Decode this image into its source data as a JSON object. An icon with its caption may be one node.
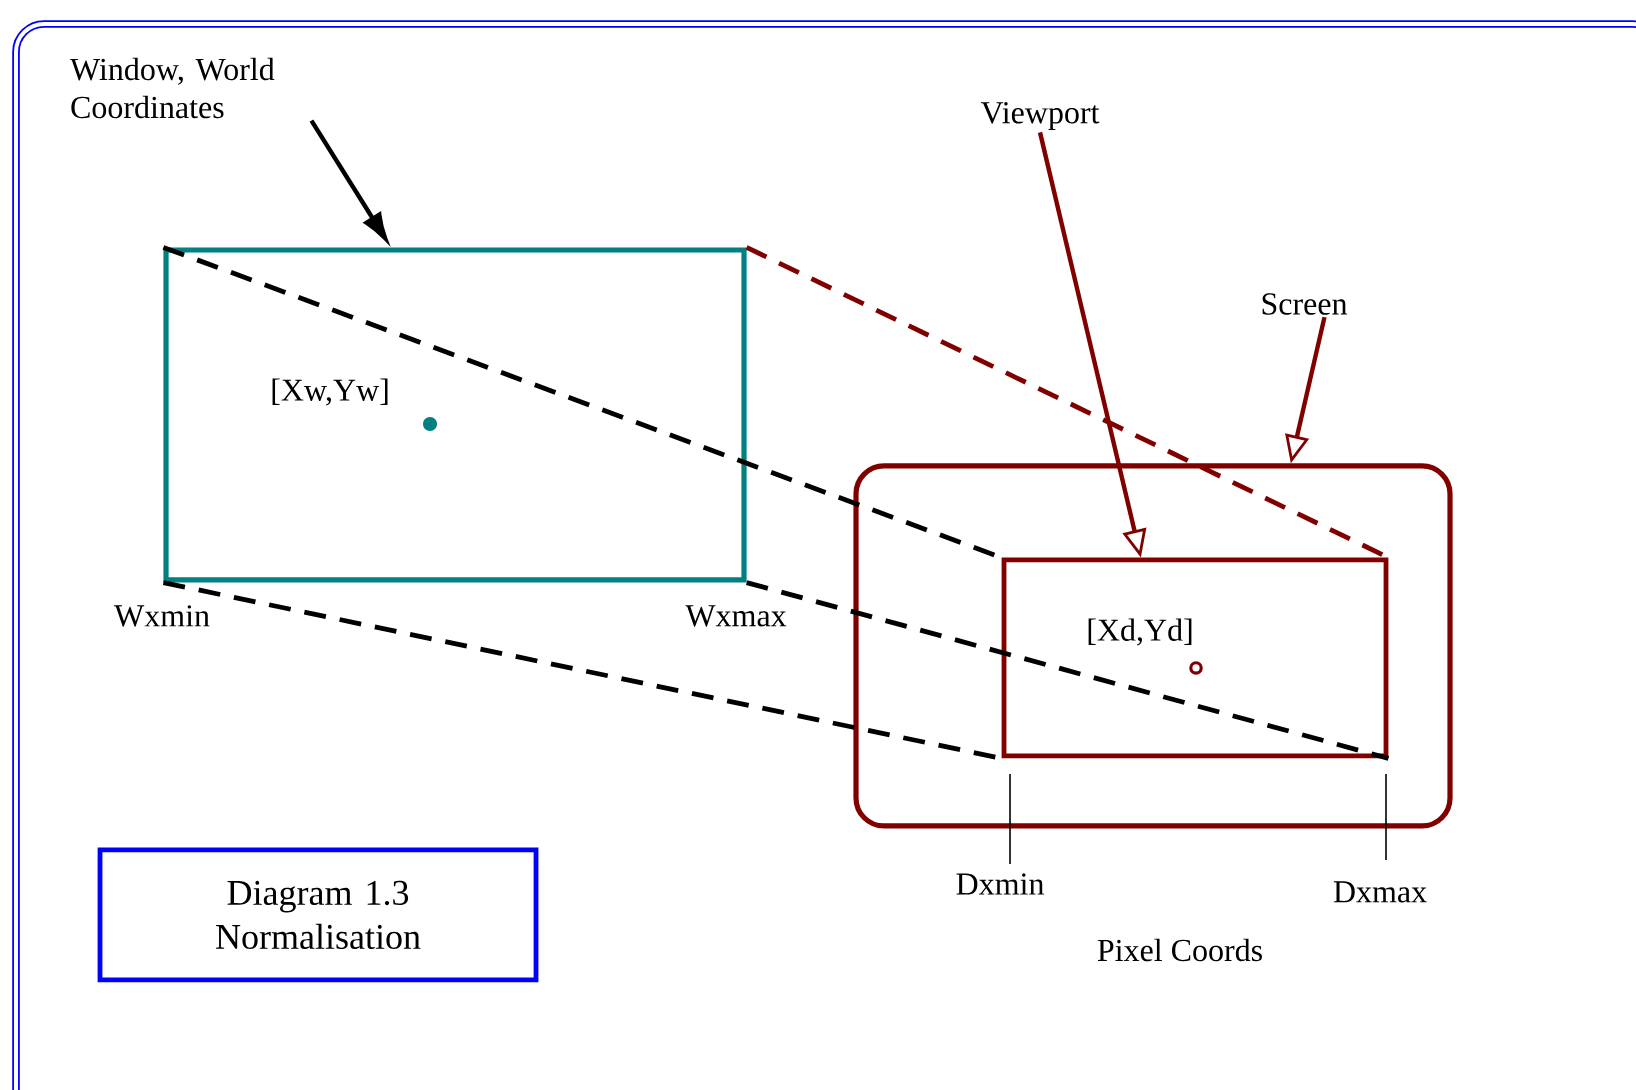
{
  "diagram": {
    "nodes": [
      {
        "text": [
          "Window, World Coordinates"
        ]
      },
      {
        "text": [],
        "shape": "box"
      },
      {
        "text": [
          "Viewport"
        ]
      },
      {
        "text": [
          "Screen"
        ]
      },
      {
        "text": [],
        "shape": "box"
      },
      {
        "text": [],
        "shape": "box",
        "in": 4
      },
      {
        "text": [
          "Diagram 1.3 Normalisation"
        ]
      }
    ],
    "edges": [
      {
        "from": 0,
        "to": 1,
        "arrow": "to"
      },
      {
        "from": 2,
        "to": 5,
        "arrow": "to",
        "color": "#800000"
      },
      {
        "from": 3,
        "to": 4,
        "arrow": "to",
        "color": "#800000"
      },
      {
        "from": 1,
        "to": 5,
        "arrow": "none",
        "style": "dashed"
      },
      {
        "from": 1,
        "to": 5,
        "arrow": "none",
        "style": "dashed",
        "color": "#800000"
      },
      {
        "from": 1,
        "to": 5,
        "arrow": "none",
        "style": "dashed"
      },
      {
        "from": 1,
        "to": 5,
        "arrow": "none",
        "style": "dashed"
      }
    ],
    "labels": [
      "[Xw,Yw]",
      "Wxmin",
      "Wxmax",
      "[Xd,Yd]",
      "Dxmin",
      "Dxmax",
      "Pixel Coords"
    ]
  }
}
